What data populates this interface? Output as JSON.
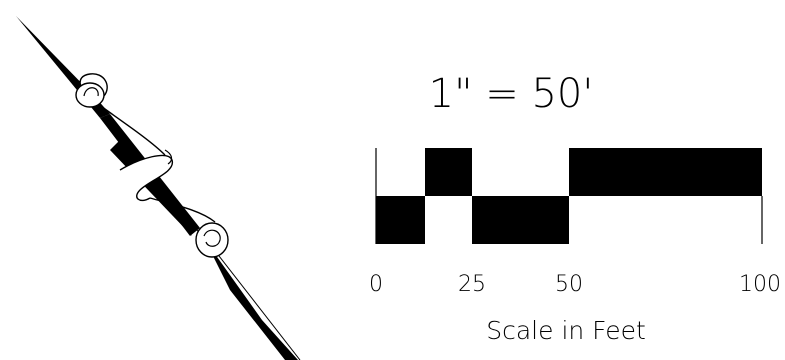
{
  "scale_bar": {
    "ratio_text": "1\"  =   50'",
    "caption": "Scale in Feet",
    "tick_labels": [
      "0",
      "25",
      "50",
      "100"
    ],
    "fill_color": "#000000",
    "background_color": "#ffffff"
  },
  "north_arrow": {
    "icon": "north-arrow-icon",
    "color": "#000000"
  }
}
